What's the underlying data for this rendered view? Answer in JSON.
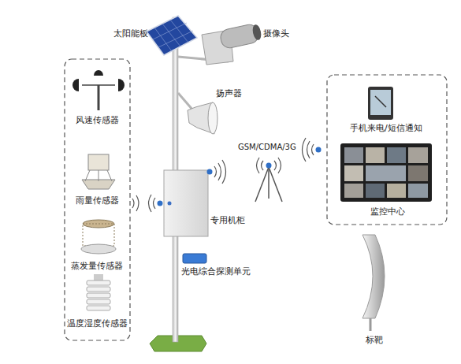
{
  "diagram": {
    "nodes": [
      {
        "text": [
          "专用机柜"
        ]
      },
      {
        "text": [
          "光电综合探测单元"
        ]
      },
      {
        "text": [
          "手机来电/短信通知"
        ]
      },
      {
        "text": [
          "监控中心"
        ]
      },
      {
        "text": [
          "标靶"
        ]
      }
    ],
    "labels": [
      "太阳能板",
      "摄像头",
      "扬声器",
      "风速传感器",
      "雨量传感器",
      "蒸发量传感器",
      "温度湿度传感器",
      "GSM/CDMA/3G"
    ]
  }
}
